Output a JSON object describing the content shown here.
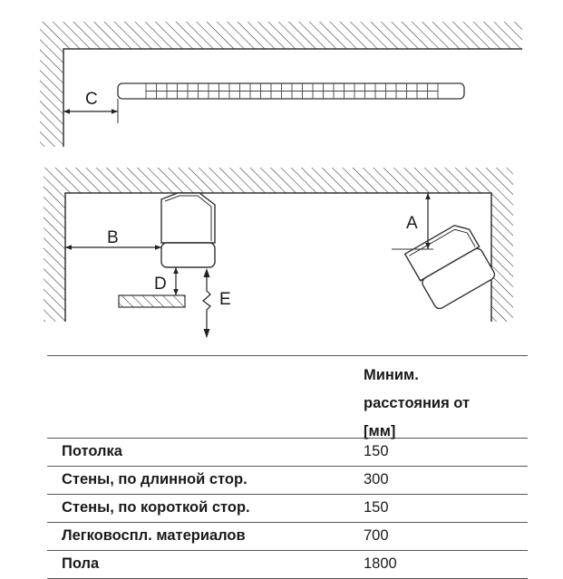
{
  "diagram": {
    "labels": {
      "a": "A",
      "b": "B",
      "c": "C",
      "d": "D",
      "e": "E"
    }
  },
  "table": {
    "header": {
      "line1": "Миним.",
      "line2": "расстояния от",
      "line3": "[мм]"
    },
    "rows": [
      {
        "label": "Потолка",
        "value": "150"
      },
      {
        "label": "Стены, по длинной стор.",
        "value": "300"
      },
      {
        "label": "Стены, по короткой стор.",
        "value": "150"
      },
      {
        "label": "Легковоспл. материалов",
        "value": "700"
      },
      {
        "label": "Пола",
        "value": "1800"
      }
    ]
  }
}
